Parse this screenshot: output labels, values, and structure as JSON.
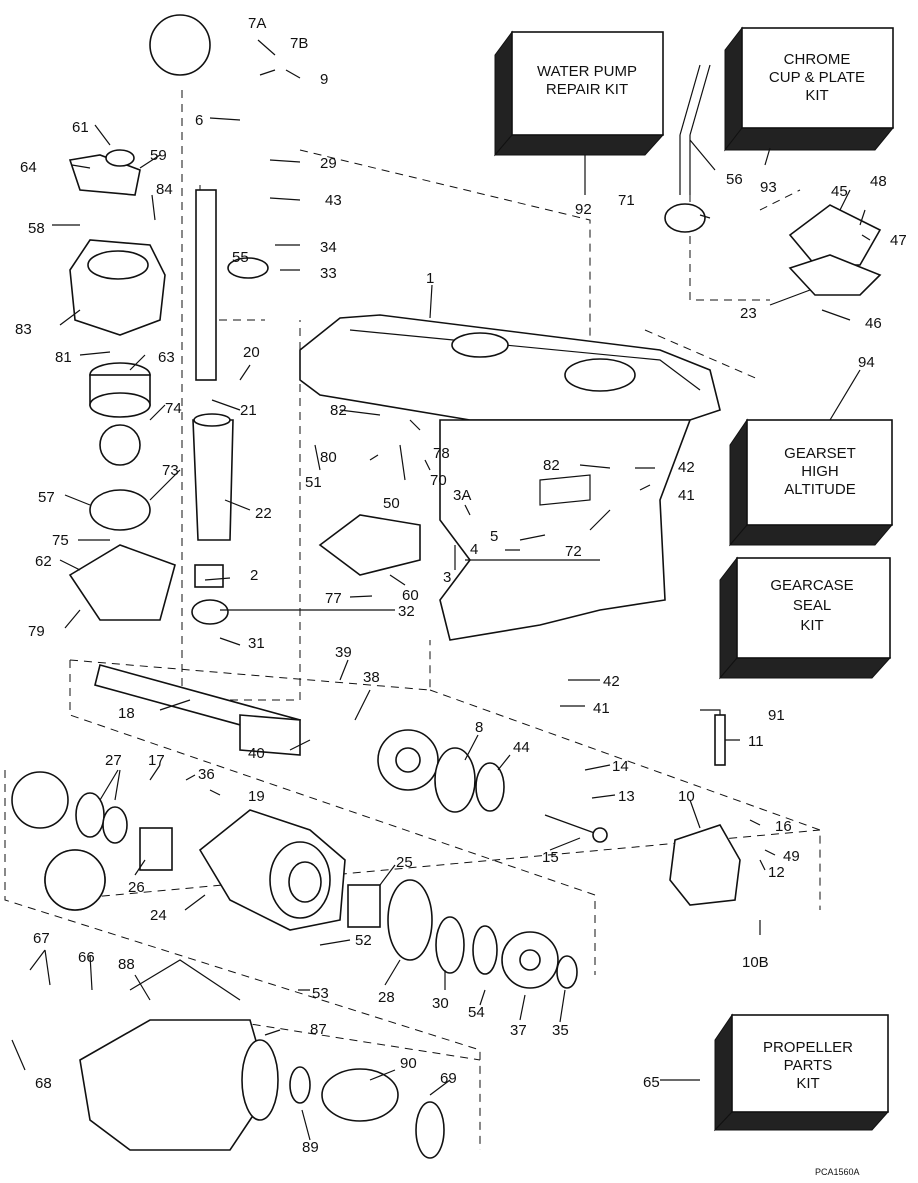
{
  "kits": {
    "water_pump": [
      "WATER PUMP",
      "REPAIR KIT"
    ],
    "chrome_cup": [
      "CHROME",
      "CUP & PLATE",
      "KIT"
    ],
    "gearset": [
      "GEARSET",
      "HIGH",
      "ALTITUDE"
    ],
    "gearcase_seal": [
      "GEARCASE",
      "SEAL",
      "KIT"
    ],
    "propeller": [
      "PROPELLER",
      "PARTS",
      "KIT"
    ]
  },
  "labels": {
    "p7a": "7A",
    "p7b": "7B",
    "p9": "9",
    "p6": "6",
    "p29": "29",
    "p43": "43",
    "p34": "34",
    "p33": "33",
    "p55": "55",
    "p61": "61",
    "p64": "64",
    "p59": "59",
    "p84": "84",
    "p58": "58",
    "p83": "83",
    "p81": "81",
    "p63": "63",
    "p20": "20",
    "p21": "21",
    "p74": "74",
    "p22": "22",
    "p73": "73",
    "p57": "57",
    "p75": "75",
    "p62": "62",
    "p2": "2",
    "p79": "79",
    "p31": "31",
    "p32": "32",
    "p1": "1",
    "p92": "92",
    "p56": "56",
    "p71": "71",
    "p93": "93",
    "p45": "45",
    "p48": "48",
    "p47": "47",
    "p23": "23",
    "p46": "46",
    "p94": "94",
    "p82a": "82",
    "p78": "78",
    "p80": "80",
    "p70": "70",
    "p51": "51",
    "p50": "50",
    "p3a": "3A",
    "p82b": "82",
    "p42a": "42",
    "p41a": "41",
    "p5": "5",
    "p4": "4",
    "p3": "3",
    "p72": "72",
    "p60": "60",
    "p77": "77",
    "p39": "39",
    "p38": "38",
    "p42b": "42",
    "p41b": "41",
    "p18": "18",
    "p40": "40",
    "p8": "8",
    "p44": "44",
    "p11": "11",
    "p14": "14",
    "p13": "13",
    "p10": "10",
    "p16": "16",
    "p15": "15",
    "p49": "49",
    "p12": "12",
    "p91": "91",
    "p27": "27",
    "p17": "17",
    "p36": "36",
    "p19": "19",
    "p26": "26",
    "p24": "24",
    "p25": "25",
    "p52": "52",
    "p28": "28",
    "p30": "30",
    "p54": "54",
    "p37": "37",
    "p35": "35",
    "p10b": "10B",
    "p67": "67",
    "p66": "66",
    "p88": "88",
    "p53": "53",
    "p87": "87",
    "p68": "68",
    "p90": "90",
    "p69": "69",
    "p89": "89",
    "p65": "65"
  },
  "figure_ref": "PCA1560A"
}
